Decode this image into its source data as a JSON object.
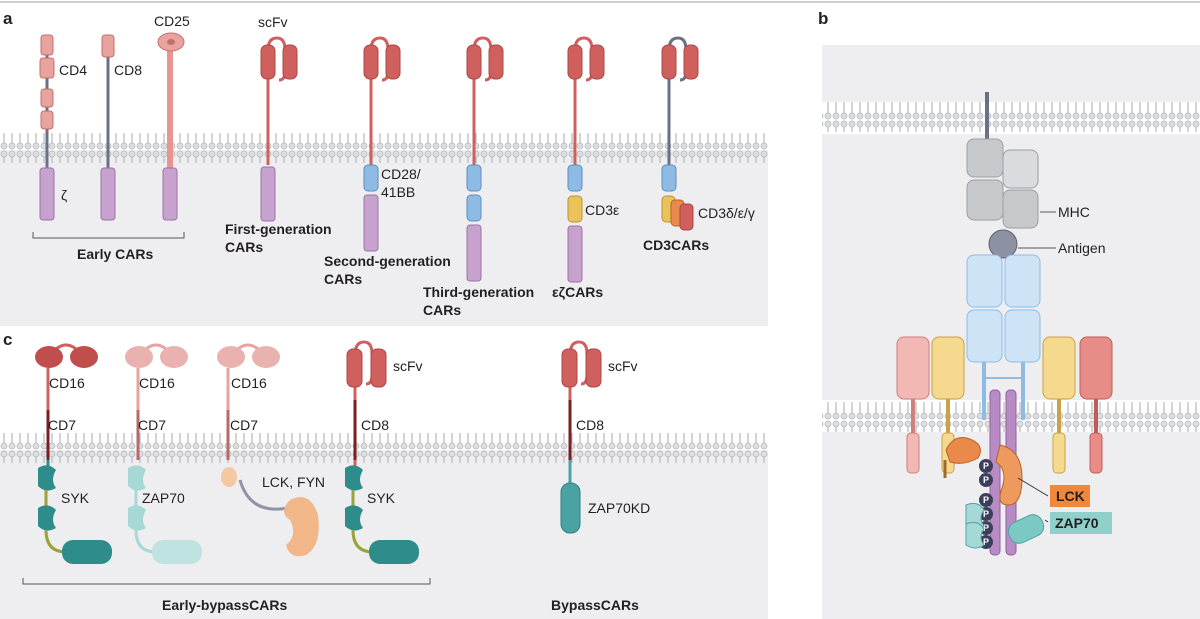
{
  "panels": {
    "a": "a",
    "b": "b",
    "c": "c"
  },
  "panel_a": {
    "labels": {
      "cd4": "CD4",
      "cd8": "CD8",
      "cd25": "CD25",
      "zeta": "ζ",
      "scfv": "scFv",
      "cd28": "CD28/",
      "bb41": "41BB",
      "cd3e": "CD3ε",
      "cd3deg": "CD3δ/ε/γ"
    },
    "groups": {
      "early": "Early CARs",
      "first_1": "First-generation",
      "first_2": "CARs",
      "second_1": "Second-generation",
      "second_2": "CARs",
      "third_1": "Third-generation",
      "third_2": "CARs",
      "ez": "εζCARs",
      "cd3cars": "CD3CARs"
    }
  },
  "panel_b": {
    "labels": {
      "mhc": "MHC",
      "antigen": "Antigen",
      "lck": "LCK",
      "zap70": "ZAP70",
      "p": "P"
    }
  },
  "panel_c": {
    "labels": {
      "cd16": "CD16",
      "cd7": "CD7",
      "cd8": "CD8",
      "scfv": "scFv",
      "syk": "SYK",
      "zap70": "ZAP70",
      "lckfyn": "LCK, FYN",
      "zap70kd": "ZAP70KD"
    },
    "groups": {
      "early_bypass": "Early-bypassCARs",
      "bypass": "BypassCARs"
    }
  },
  "colors": {
    "red": "#d0605e",
    "pink": "#e8a39f",
    "blue": "#8ebbe3",
    "purple": "#c8a2cf",
    "yellow": "#e9c35a",
    "orange": "#e98a4a",
    "teal": "#4aa3a2",
    "lightteal": "#a6d9d6",
    "gray": "#c7c8cc",
    "panelbg": "#eeeef0"
  }
}
